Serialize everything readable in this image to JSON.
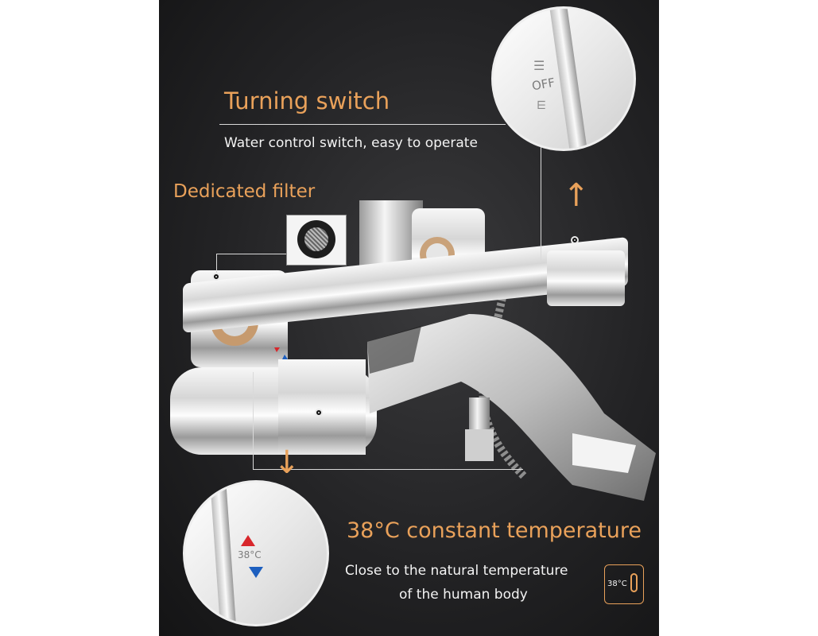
{
  "callouts": {
    "turning_switch": {
      "title": "Turning switch",
      "subtitle": "Water control switch, easy to operate"
    },
    "dedicated_filter": {
      "title": "Dedicated filter"
    },
    "constant_temperature": {
      "title": "38°C constant temperature",
      "subtitle_line1": "Close to the natural temperature",
      "subtitle_line2": "of the human body"
    }
  },
  "zoom_top": {
    "marking": "OFF"
  },
  "zoom_bottom": {
    "marking": "38°C"
  },
  "temp_badge": {
    "text": "38°C"
  },
  "colors": {
    "accent": "#e9a15a",
    "hot": "#d8262b",
    "cold": "#1d5fbf"
  },
  "icons": [
    "shower-icon",
    "faucet-icon",
    "thermometer-icon",
    "arrow-up-icon",
    "arrow-down-icon"
  ]
}
